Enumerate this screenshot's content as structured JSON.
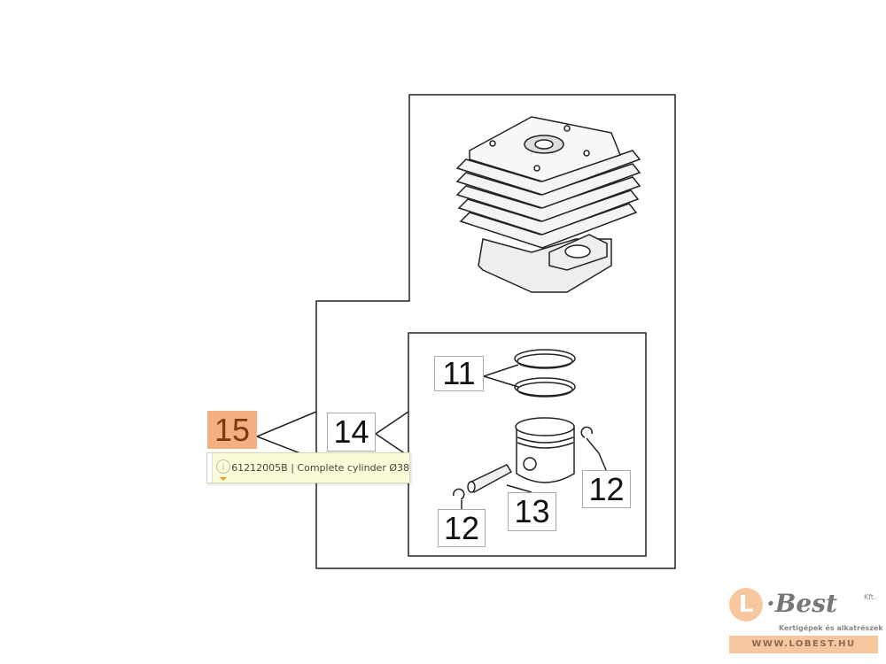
{
  "callouts": [
    {
      "id": "15",
      "label": "15",
      "highlighted": true
    },
    {
      "id": "14",
      "label": "14"
    },
    {
      "id": "11",
      "label": "11"
    },
    {
      "id": "12a",
      "label": "12"
    },
    {
      "id": "13",
      "label": "13"
    },
    {
      "id": "12b",
      "label": "12"
    }
  ],
  "tooltip": {
    "icon": "info-icon",
    "text": "61212005B | Complete cylinder Ø38"
  },
  "logo": {
    "brand": "L·Best",
    "suffix": "Kft.",
    "tagline": "Kertigépek és alkatrészek",
    "url": "WWW.LOBEST.HU"
  },
  "colors": {
    "highlight": "#f3ae82",
    "tooltip_bg": "#fdfcd8",
    "logo_accent": "#f7c79f"
  }
}
